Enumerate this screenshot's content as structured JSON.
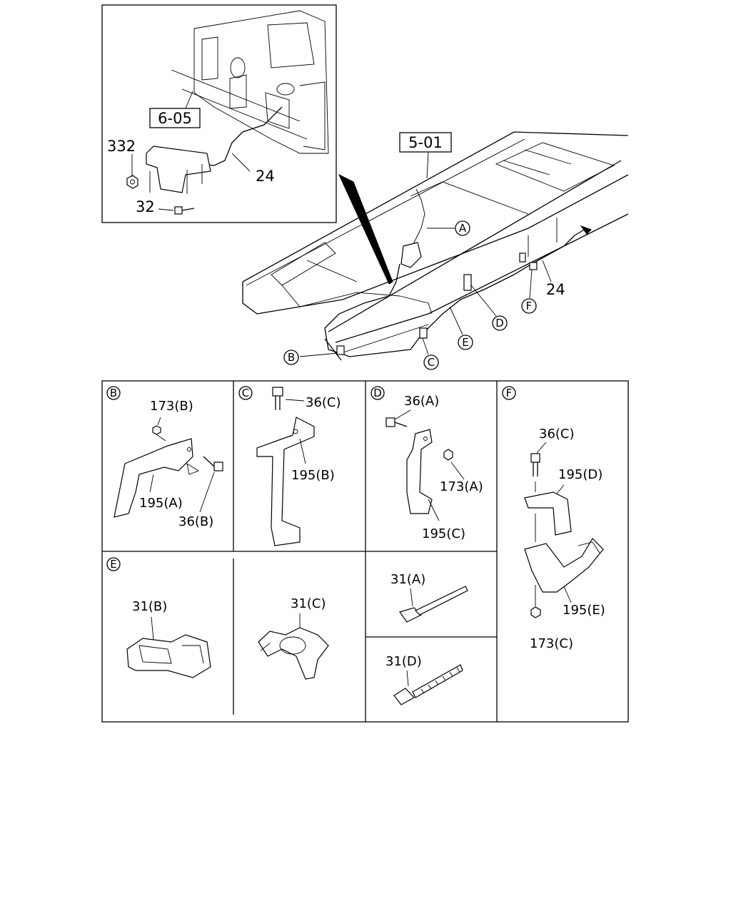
{
  "main_view": {
    "ref_6_05": "6-05",
    "ref_5_01": "5-01",
    "label_332": "332",
    "label_24_inset": "24",
    "label_32": "32",
    "label_24_main": "24",
    "callout_a": "A",
    "callout_b": "B",
    "callout_c": "C",
    "callout_d": "D",
    "callout_e": "E",
    "callout_f": "F"
  },
  "panels": {
    "b": {
      "letter": "B",
      "parts": [
        "173(B)",
        "195(A)",
        "36(B)"
      ]
    },
    "c": {
      "letter": "C",
      "parts": [
        "36(C)",
        "195(B)"
      ]
    },
    "d": {
      "letter": "D",
      "parts": [
        "36(A)",
        "173(A)",
        "195(C)"
      ]
    },
    "f": {
      "letter": "F",
      "parts": [
        "36(C)",
        "195(D)",
        "195(E)",
        "173(C)"
      ]
    },
    "e": {
      "letter": "E",
      "parts": [
        "31(B)",
        "31(C)"
      ]
    },
    "ties": {
      "parts": [
        "31(A)",
        "31(D)"
      ]
    }
  }
}
